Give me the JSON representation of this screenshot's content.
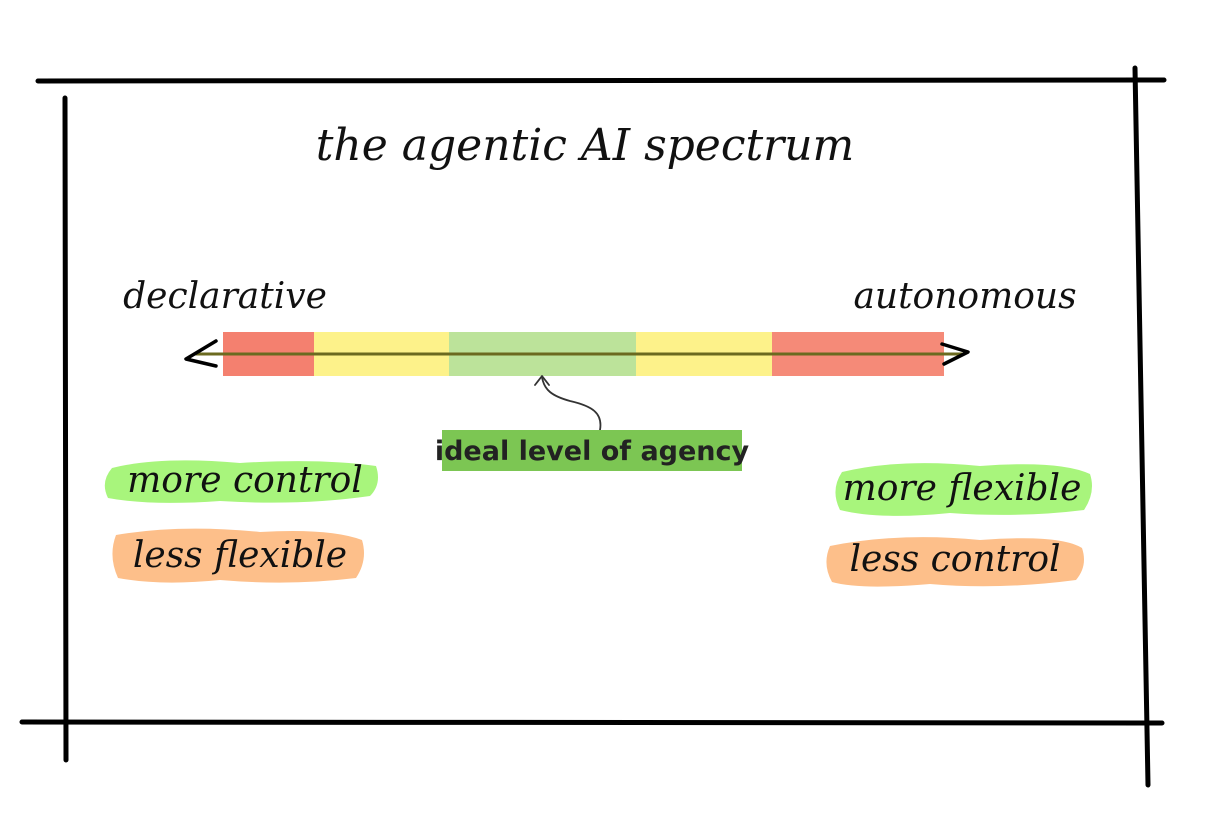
{
  "title": "the agentic AI spectrum",
  "spectrum": {
    "left_label": "declarative",
    "right_label": "autonomous",
    "segment_colors": [
      "#f4806f",
      "#fdf28a",
      "#bce39a",
      "#fdf28a",
      "#f58a78"
    ],
    "axis_color": "#6b6a1f"
  },
  "callout": {
    "text": "ideal level of agency",
    "bg_color": "#7cc653",
    "text_color": "#222222"
  },
  "left_notes": [
    {
      "text": "more control",
      "highlight": "#a8f57c"
    },
    {
      "text": "less flexible",
      "highlight": "#fdbf8a"
    }
  ],
  "right_notes": [
    {
      "text": "more flexible",
      "highlight": "#a8f57c"
    },
    {
      "text": "less control",
      "highlight": "#fdbf8a"
    }
  ]
}
